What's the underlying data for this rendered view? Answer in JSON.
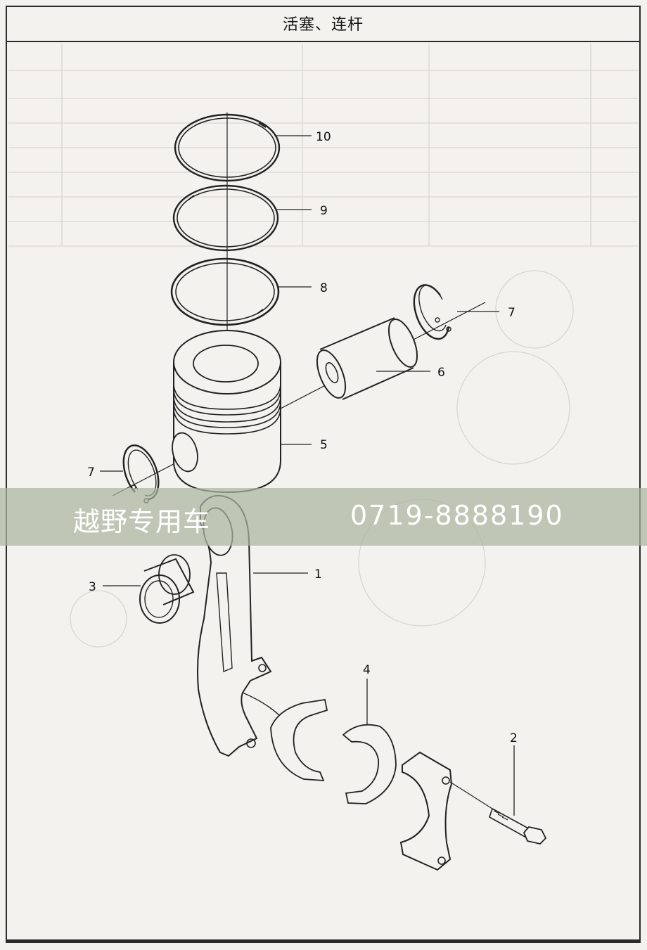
{
  "title": "活塞、连杆",
  "watermark": {
    "left_text": "越野专用车",
    "right_text": "0719-8888190"
  },
  "callouts": {
    "c1": "1",
    "c2": "2",
    "c3": "3",
    "c4": "4",
    "c5": "5",
    "c6": "6",
    "c7a": "7",
    "c7b": "7",
    "c8": "8",
    "c9": "9",
    "c10": "10"
  }
}
